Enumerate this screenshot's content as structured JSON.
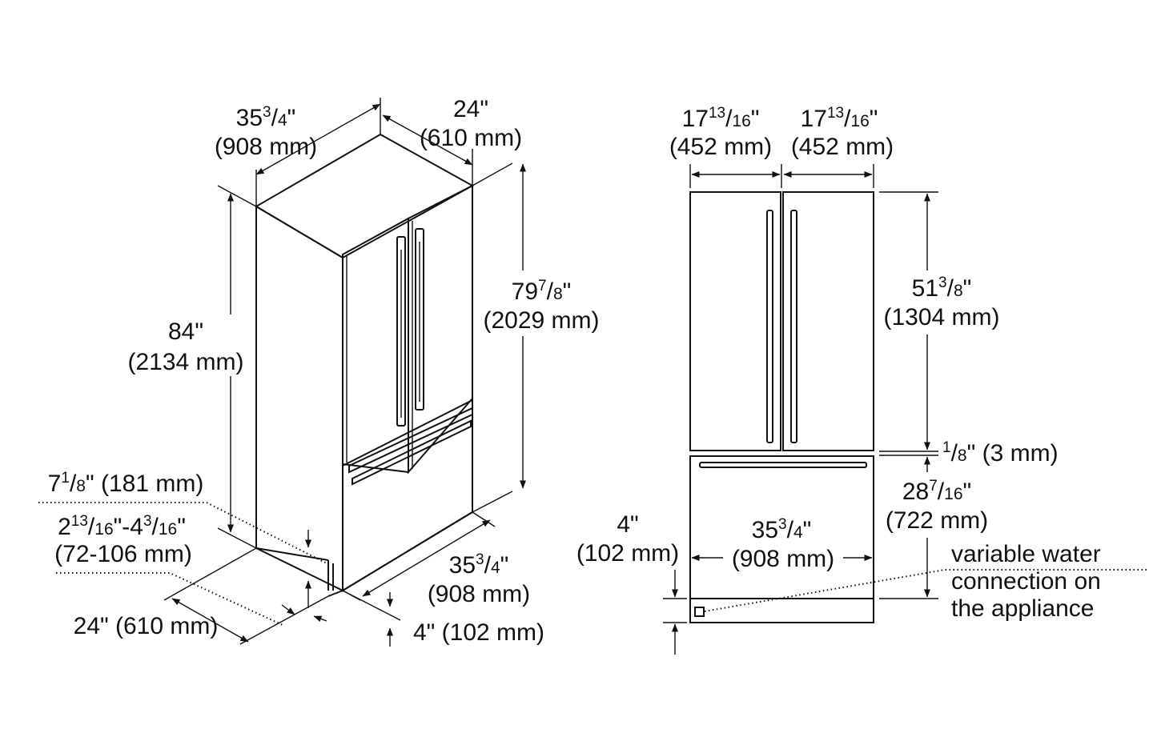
{
  "iso": {
    "top_width": {
      "int": "35",
      "num": "3",
      "den": "4",
      "mm": "(908 mm)"
    },
    "top_depth": {
      "int": "24\"",
      "mm": "(610 mm)"
    },
    "overall_height": {
      "int": "84\"",
      "mm": "(2134 mm)"
    },
    "door_height": {
      "int": "79",
      "num": "7",
      "den": "8",
      "mm": "(2029 mm)"
    },
    "toe_height": {
      "text": "7",
      "num": "1",
      "den": "8",
      "mm": "(181 mm)"
    },
    "toe_range": {
      "a_int": "2",
      "a_num": "13",
      "a_den": "16",
      "b_int": "4",
      "b_num": "3",
      "b_den": "16",
      "mm": "(72-106 mm)"
    },
    "front_width": {
      "int": "35",
      "num": "3",
      "den": "4",
      "mm": "(908 mm)"
    },
    "base_depth": {
      "text": "24\" (610 mm)"
    },
    "plinth": {
      "text": "4\" (102 mm)"
    }
  },
  "front": {
    "left_door": {
      "int": "17",
      "num": "13",
      "den": "16",
      "mm": "(452 mm)"
    },
    "right_door": {
      "int": "17",
      "num": "13",
      "den": "16",
      "mm": "(452 mm)"
    },
    "upper_height": {
      "int": "51",
      "num": "3",
      "den": "8",
      "mm": "(1304 mm)"
    },
    "gap": {
      "num": "1",
      "den": "8",
      "mm": "(3 mm)"
    },
    "drawer_height": {
      "int": "28",
      "num": "7",
      "den": "16",
      "mm": "(722 mm)"
    },
    "plinth": {
      "int": "4\"",
      "mm": "(102 mm)"
    },
    "width": {
      "int": "35",
      "num": "3",
      "den": "4",
      "mm": "(908 mm)"
    },
    "water_note": [
      "variable water",
      "connection on",
      "the appliance"
    ]
  }
}
